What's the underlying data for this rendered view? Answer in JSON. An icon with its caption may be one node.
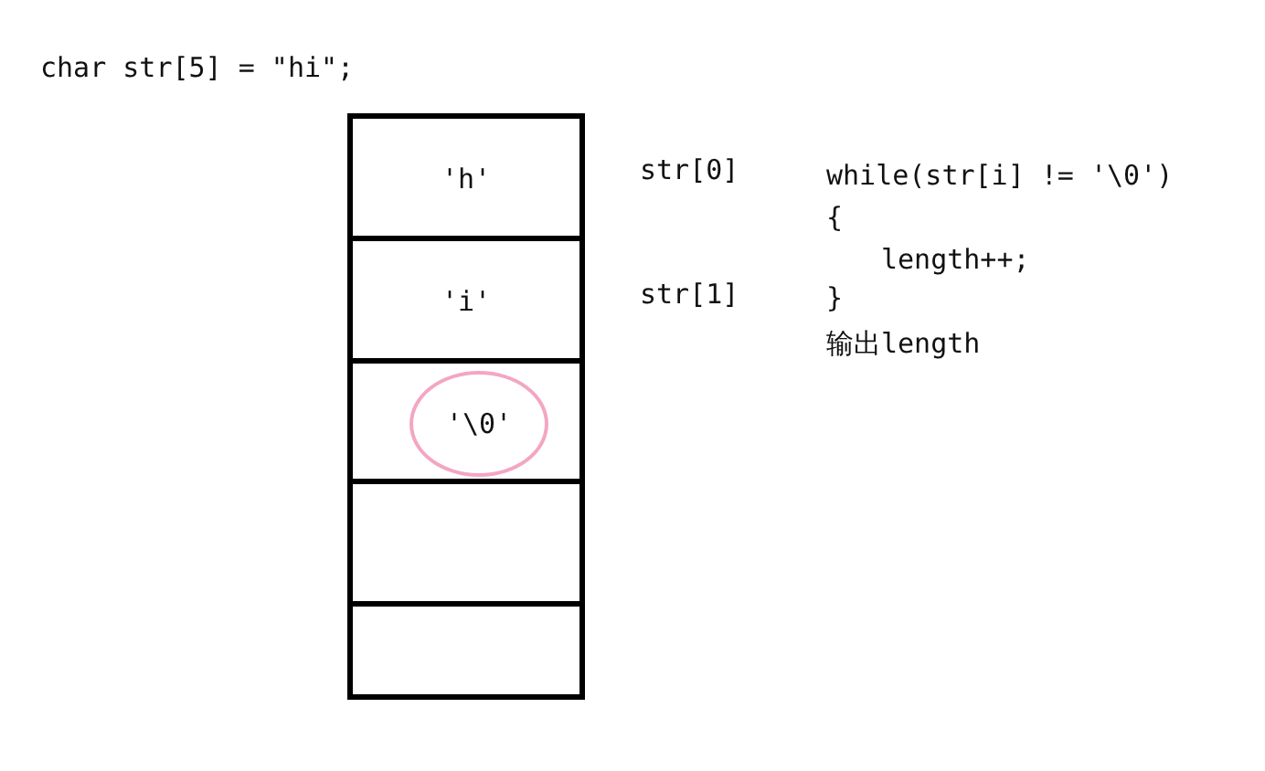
{
  "diagram": {
    "nodes": [
      {
        "text": [
          "'h'"
        ]
      },
      {
        "text": [
          "'i'"
        ]
      },
      {
        "text": [],
        "shape": "box"
      },
      {
        "text": [
          "'\\0'"
        ],
        "in": 2
      },
      {
        "text": [],
        "shape": "box"
      },
      {
        "text": [],
        "shape": "box"
      }
    ],
    "labels": [
      "char str[5] = \"hi\";",
      "str[0]",
      "str[1]",
      "while(str[i] != '\\0')",
      "{",
      "length++;",
      "}",
      "输出length"
    ]
  }
}
